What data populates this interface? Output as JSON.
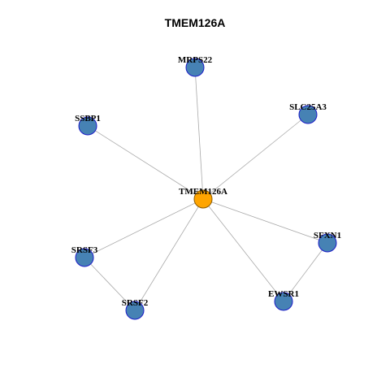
{
  "title": "TMEM126A",
  "colors": {
    "edge": "#a9a9a9",
    "center_fill": "#ffa500",
    "center_stroke": "#8b5a00",
    "node_fill": "#4682b4",
    "node_stroke": "#1c1cc8"
  },
  "nodes": [
    {
      "id": "TMEM126A",
      "label": "TMEM126A",
      "role": "center"
    },
    {
      "id": "MRPS22",
      "label": "MRPS22",
      "role": "neighbor"
    },
    {
      "id": "SSBP1",
      "label": "SSBP1",
      "role": "neighbor"
    },
    {
      "id": "SLC25A3",
      "label": "SLC25A3",
      "role": "neighbor"
    },
    {
      "id": "SFXN1",
      "label": "SFXN1",
      "role": "neighbor"
    },
    {
      "id": "EWSR1",
      "label": "EWSR1",
      "role": "neighbor"
    },
    {
      "id": "SRSF2",
      "label": "SRSF2",
      "role": "neighbor"
    },
    {
      "id": "SRSF3",
      "label": "SRSF3",
      "role": "neighbor"
    }
  ],
  "edges": [
    {
      "from": "TMEM126A",
      "to": "MRPS22"
    },
    {
      "from": "TMEM126A",
      "to": "SSBP1"
    },
    {
      "from": "TMEM126A",
      "to": "SLC25A3"
    },
    {
      "from": "TMEM126A",
      "to": "SFXN1"
    },
    {
      "from": "TMEM126A",
      "to": "EWSR1"
    },
    {
      "from": "TMEM126A",
      "to": "SRSF2"
    },
    {
      "from": "TMEM126A",
      "to": "SRSF3"
    },
    {
      "from": "SFXN1",
      "to": "EWSR1"
    },
    {
      "from": "SRSF3",
      "to": "SRSF2"
    }
  ]
}
